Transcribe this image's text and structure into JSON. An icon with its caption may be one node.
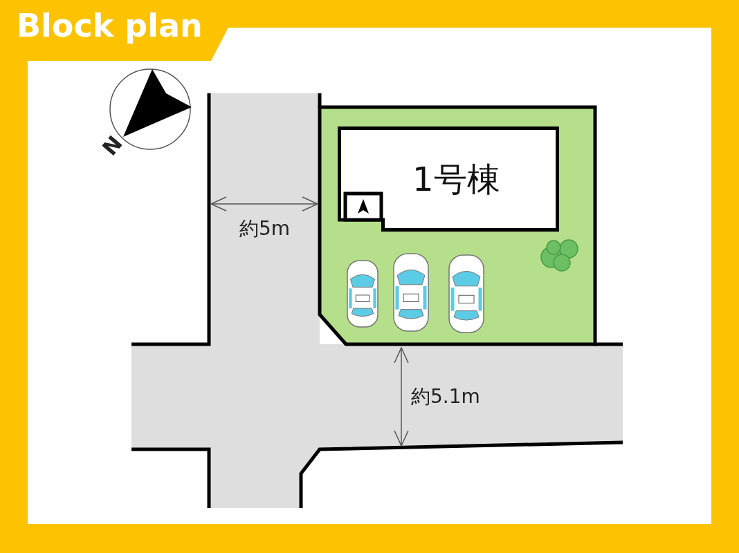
{
  "diagram": {
    "title": "Block plan",
    "nodes": [
      {
        "text": [
          "1号棟"
        ]
      }
    ],
    "labels": [
      "N",
      "約5m",
      "約5.1m"
    ]
  }
}
